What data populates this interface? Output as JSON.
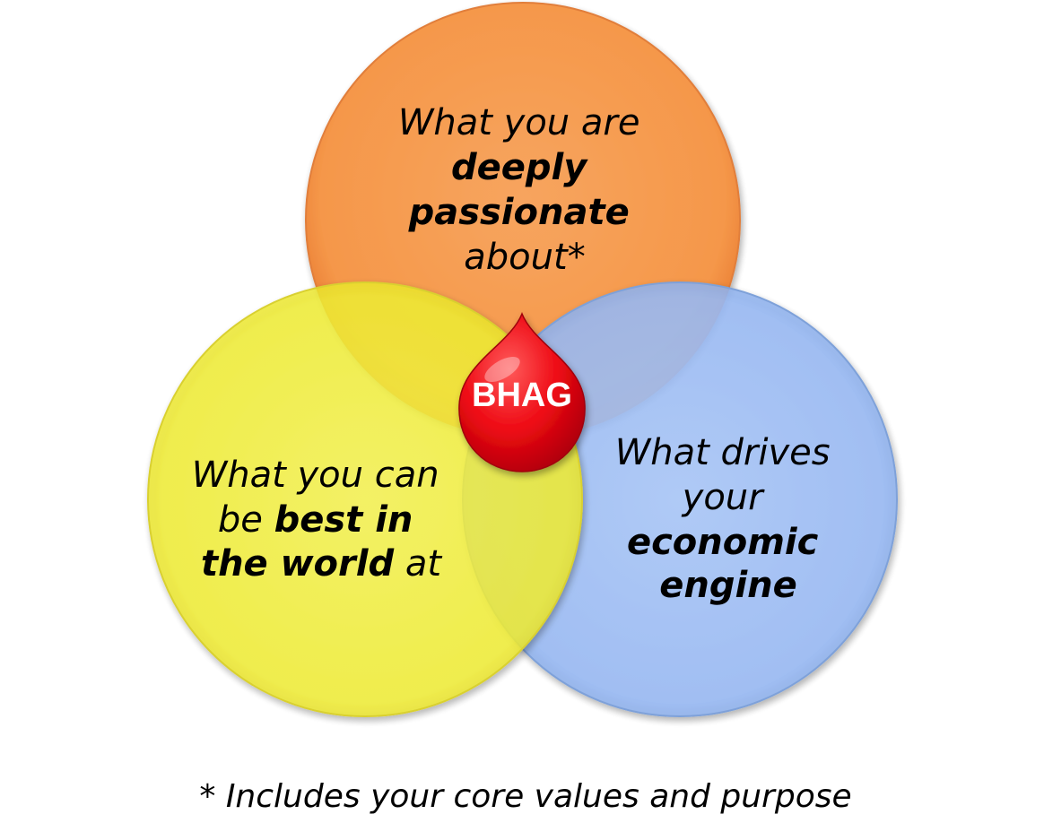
{
  "diagram": {
    "circles": {
      "passion": {
        "line1": "What you are",
        "line2": "deeply",
        "line3": "passionate",
        "line4": "about*",
        "color": "#F7994A"
      },
      "best": {
        "line1": "What you can",
        "line2a": "be ",
        "line2b": "best in",
        "line3a": "the world",
        "line3b": " at",
        "color": "#F5F234"
      },
      "economic": {
        "line1": "What drives",
        "line2": "your",
        "line3": "economic",
        "line4": "engine",
        "color": "#9CBCF5"
      }
    },
    "center": {
      "label": "BHAG",
      "color": "#E8000E"
    },
    "footnote": "* Includes your core values and purpose"
  }
}
